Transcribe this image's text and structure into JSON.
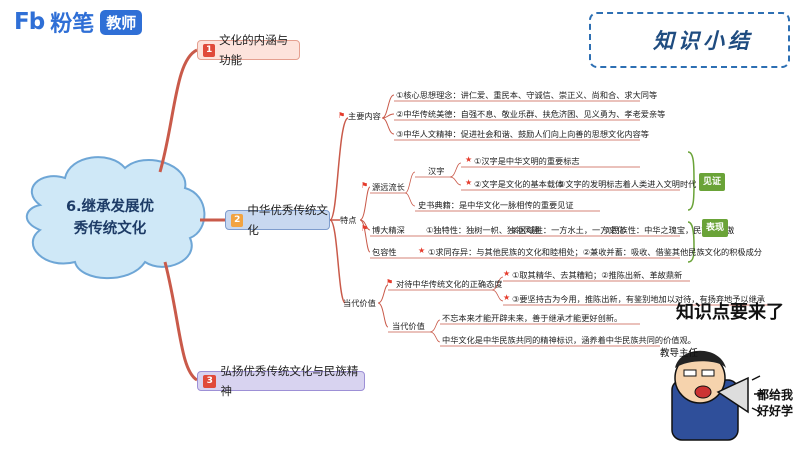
{
  "logo": {
    "mark": "Fb",
    "brand": "粉笔",
    "badge": "教师"
  },
  "summary": {
    "title": "知识小结",
    "icon": "tag-icon"
  },
  "center": {
    "title_line1": "6.继承发展优",
    "title_line2": "秀传统文化"
  },
  "branches": [
    {
      "num": "1",
      "label": "文化的内涵与功能"
    },
    {
      "num": "2",
      "label": "中华优秀传统文化"
    },
    {
      "num": "3",
      "label": "弘扬优秀传统文化与民族精神"
    }
  ],
  "main_content": {
    "label": "主要内容",
    "items": [
      "①核心思想理念：讲仁爱、重民本、守诚信、崇正义、尚和合、求大同等",
      "②中华传统美德：自强不息、敬业乐群、扶危济困、见义勇为、孝老爱亲等",
      "③中华人文精神：促进社会和谐、鼓励人们向上向善的思想文化内容等"
    ]
  },
  "features": {
    "label": "特点",
    "yuanyuan": "源远流长",
    "hanzi": "汉字",
    "hanzi_items": [
      "①汉字是中华文明的重要标志",
      "②文字是文化的基本载体",
      "③文字的发明标志着人类进入文明时代"
    ],
    "shiji": "史书典籍：是中华文化一脉相传的重要见证",
    "jianzheng": "见证",
    "boda": "博大精深",
    "boda_items": [
      "①独特性：独树一帜、独领风骚",
      "②区域性：一方水土，一方文化",
      "③民族性：中华之瑰宝，民族之骄傲"
    ],
    "biaoxian": "表现",
    "baorong": "包容性",
    "baorong_item": "①求同存异：与其他民族的文化和睦相处；②兼收并蓄：吸收、借鉴其他民族文化的积极成分"
  },
  "modern_value": {
    "label": "当代价值",
    "attitude": "对待中华传统文化的正确态度",
    "attitude_items": [
      "①取其精华、去其糟粕；②推陈出新、革故鼎新",
      "③要坚持古为今用，推陈出新，有鉴别地加以对待，有扬弃地予以继承"
    ],
    "value_label": "当代价值",
    "value_items": [
      "不忘本来才能开辟未来，善于继承才能更好创新。",
      "中华文化是中华民族共同的精神标识，涵养着中华民族共同的价值观。"
    ]
  },
  "cartoon": {
    "bubble": "知识点要来了",
    "teacher_label": "教导主任",
    "speech_line1": "都给我",
    "speech_line2": "好好学"
  },
  "colors": {
    "brand_blue": "#2f6fd6",
    "branch_red": "#e04a3a",
    "green": "#6aa338",
    "line_red": "#c95a4a"
  }
}
